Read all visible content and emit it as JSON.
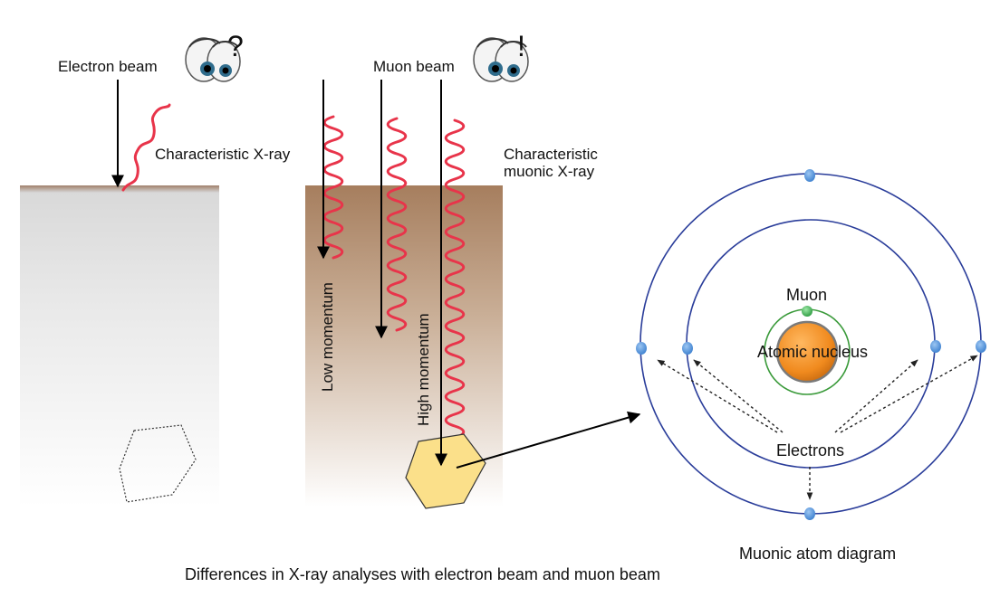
{
  "labels": {
    "electron_beam": "Electron beam",
    "characteristic_xray": "Characteristic X-ray",
    "muon_beam": "Muon beam",
    "characteristic_muonic_xray_line1": "Characteristic",
    "characteristic_muonic_xray_line2": "muonic X-ray",
    "low_momentum": "Low momentum",
    "high_momentum": "High momentum",
    "muon": "Muon",
    "atomic_nucleus": "Atomic nucleus",
    "electrons": "Electrons",
    "muonic_atom_diagram": "Muonic atom diagram",
    "caption": "Differences in X-ray analyses with electron beam and muon beam"
  },
  "eye_marks": {
    "left": "?",
    "right": "!"
  },
  "colors": {
    "xray_wave": "#e8344a",
    "orbit": "#2a3d9a",
    "electron_dot": "#4f8fd6",
    "muon_dot": "#2fae4a",
    "muon_orbit": "#3a9a3a",
    "nucleus": "#f08a1e",
    "target_hexagon": "#fbe08a",
    "sample_surface": "#a08066"
  }
}
